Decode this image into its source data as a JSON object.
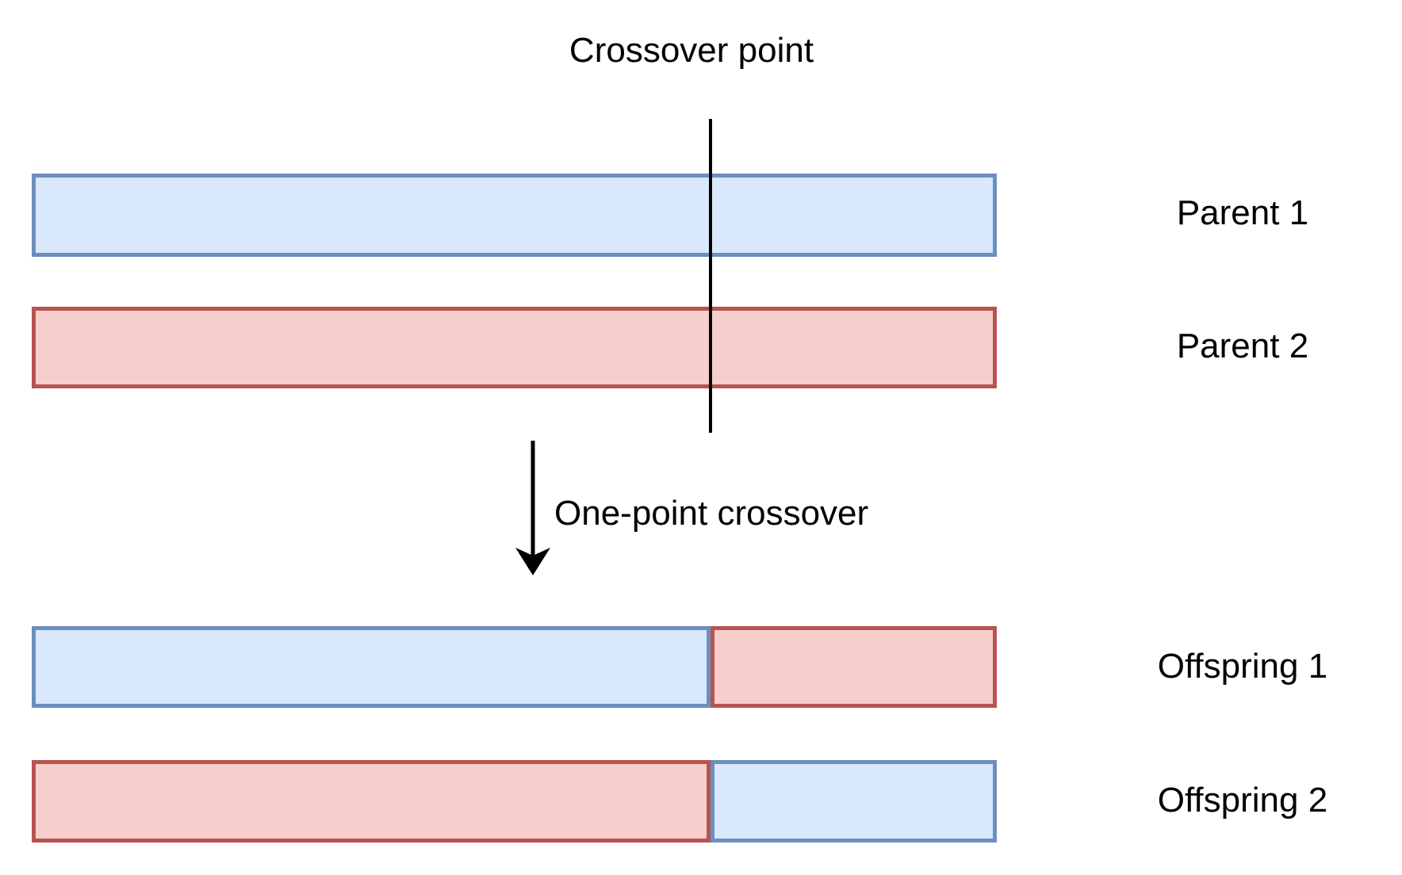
{
  "figure": {
    "title": "Crossover point",
    "operation_label": "One-point crossover",
    "labels": {
      "parent1": "Parent 1",
      "parent2": "Parent 2",
      "offspring1": "Offspring 1",
      "offspring2": "Offspring 2"
    },
    "composition": {
      "parent1_segments": [
        "blue"
      ],
      "parent2_segments": [
        "red"
      ],
      "offspring1_segments": [
        "blue-before-crossover",
        "red-after-crossover"
      ],
      "offspring2_segments": [
        "red-before-crossover",
        "blue-after-crossover"
      ],
      "crossover_fraction": 0.7
    }
  },
  "colors": {
    "blue_fill": "#dae8fc",
    "blue_stroke": "#6c8ebf",
    "red_fill": "#f8cecc",
    "red_stroke": "#b85450",
    "line": "#000000",
    "text": "#000000",
    "background": "#ffffff"
  }
}
